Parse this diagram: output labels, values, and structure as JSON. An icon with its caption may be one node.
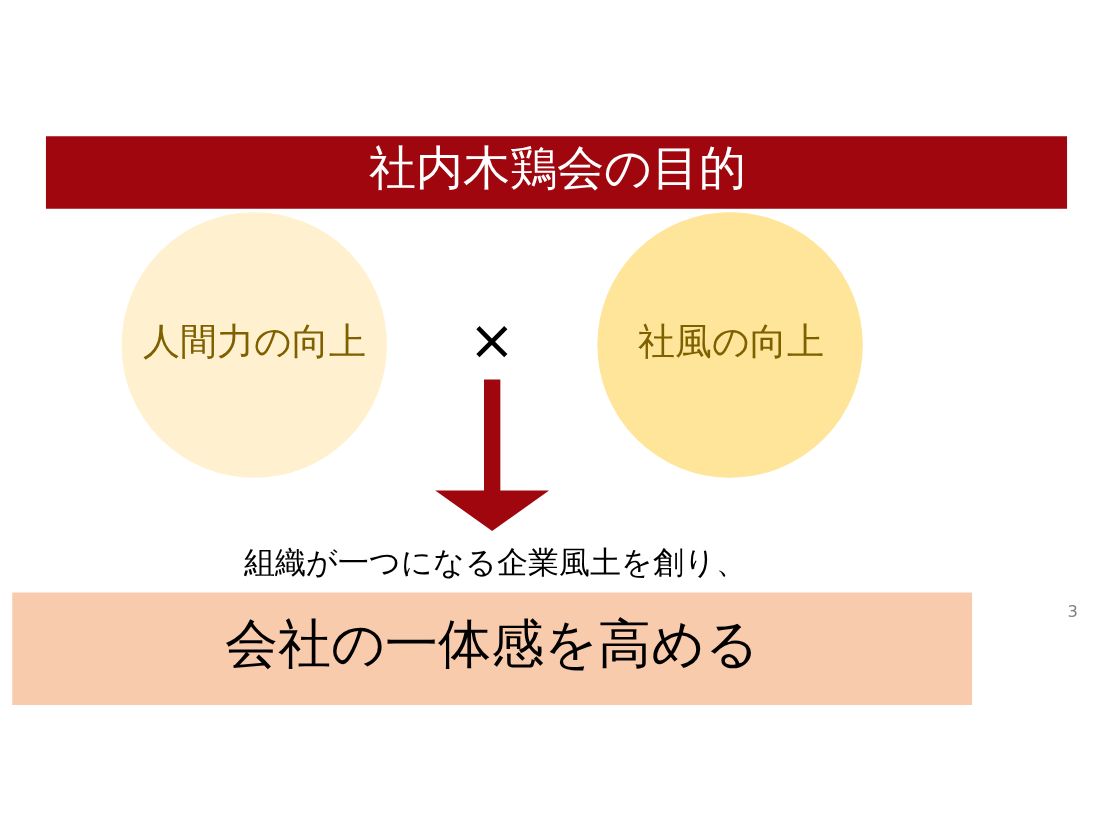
{
  "diagram": {
    "title": "社内木鶏会の目的",
    "nodes": [
      {
        "text": [
          "人間力の向上"
        ]
      },
      {
        "text": [
          "×"
        ]
      },
      {
        "text": [
          "社風の向上"
        ]
      },
      {
        "text": [
          "組織が一つになる企業風土を創り、",
          "会社の一体感を高める"
        ]
      }
    ],
    "edges": [
      {
        "from": 1,
        "to": 3,
        "arrow": "to",
        "color": "#a0060e"
      }
    ],
    "labels": [
      "3"
    ]
  }
}
